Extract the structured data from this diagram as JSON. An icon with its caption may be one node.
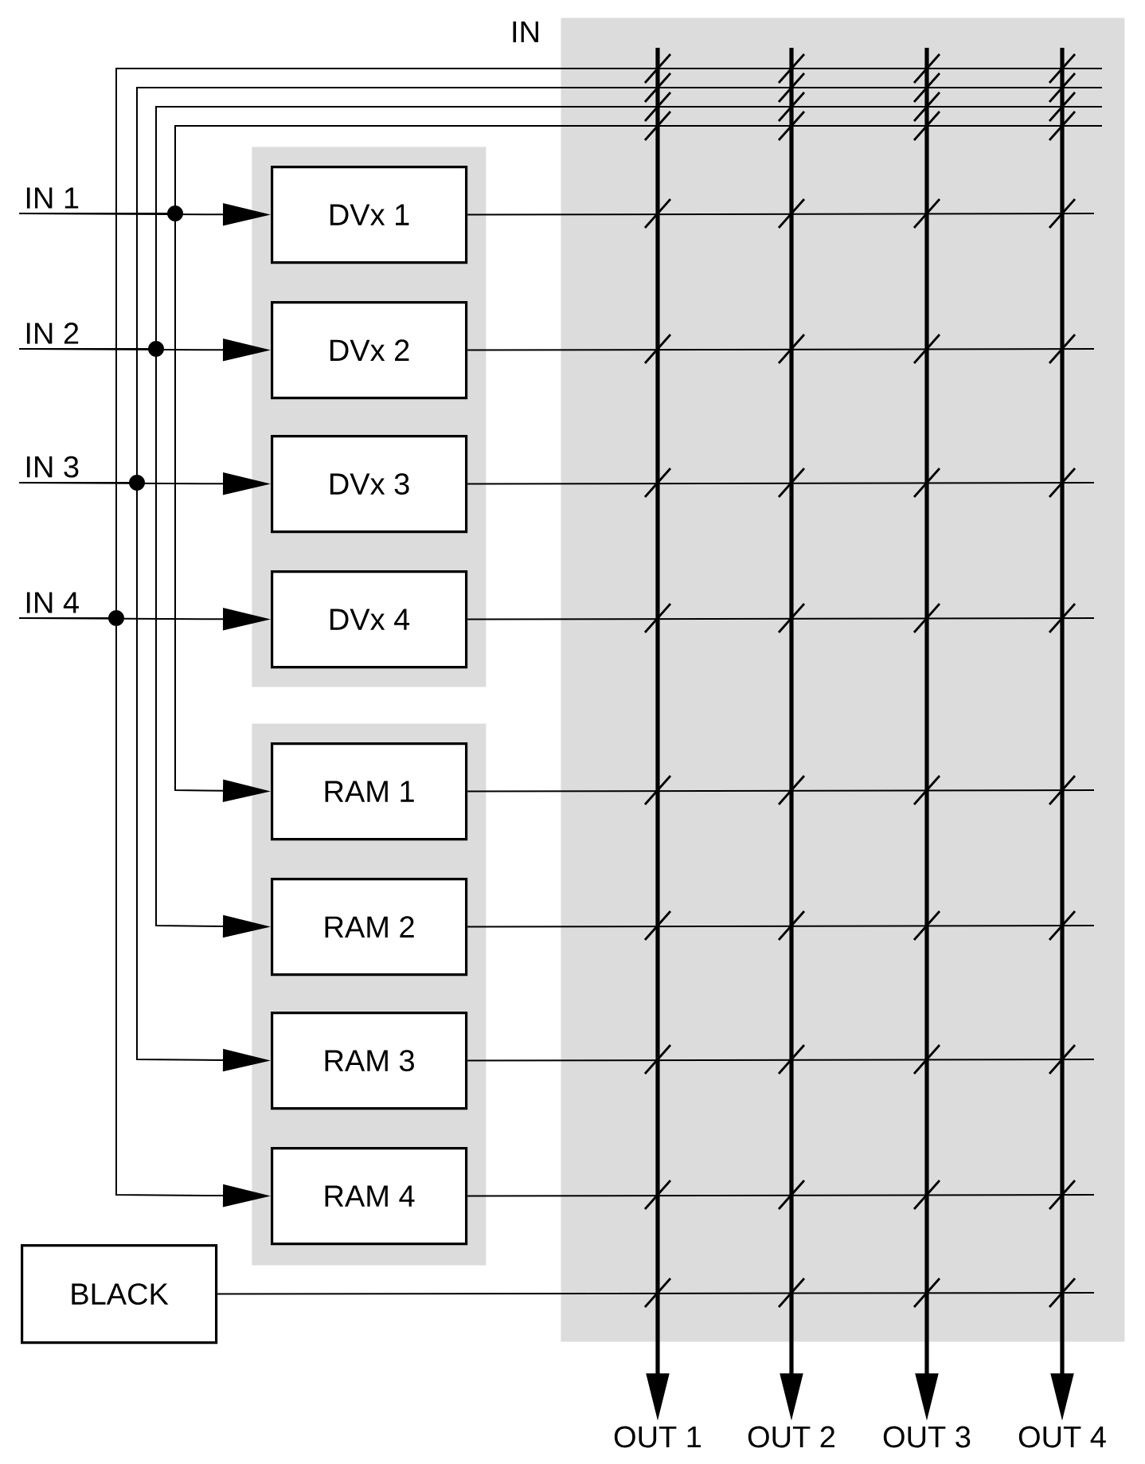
{
  "diagram": {
    "nodes": [
      {
        "text": [
          "IN 1"
        ]
      },
      {
        "text": [
          "IN 2"
        ]
      },
      {
        "text": [
          "IN 3"
        ]
      },
      {
        "text": [
          "IN 4"
        ]
      },
      {
        "text": [],
        "shape": "box"
      },
      {
        "text": [
          "DVx 1"
        ],
        "in": 4
      },
      {
        "text": [
          "DVx 2"
        ],
        "in": 4
      },
      {
        "text": [
          "DVx 3"
        ],
        "in": 4
      },
      {
        "text": [
          "DVx 4"
        ],
        "in": 4
      },
      {
        "text": [],
        "shape": "box"
      },
      {
        "text": [
          "RAM 1"
        ],
        "in": 9
      },
      {
        "text": [
          "RAM 2"
        ],
        "in": 9
      },
      {
        "text": [
          "RAM 3"
        ],
        "in": 9
      },
      {
        "text": [
          "RAM 4"
        ],
        "in": 9
      },
      {
        "text": [
          "BLACK"
        ]
      },
      {
        "text": [],
        "shape": "box"
      },
      {
        "text": [
          "OUT 1"
        ]
      },
      {
        "text": [
          "OUT 2"
        ]
      },
      {
        "text": [
          "OUT 3"
        ]
      },
      {
        "text": [
          "OUT 4"
        ]
      }
    ],
    "edges": [
      {
        "from": 0,
        "to": 5,
        "arrow": "to"
      },
      {
        "from": 0,
        "to": 10,
        "arrow": "to"
      },
      {
        "from": 0,
        "to": 15,
        "arrow": "none"
      },
      {
        "from": 1,
        "to": 6,
        "arrow": "to"
      },
      {
        "from": 1,
        "to": 11,
        "arrow": "to"
      },
      {
        "from": 1,
        "to": 15,
        "arrow": "none"
      },
      {
        "from": 2,
        "to": 7,
        "arrow": "to"
      },
      {
        "from": 2,
        "to": 12,
        "arrow": "to"
      },
      {
        "from": 2,
        "to": 15,
        "arrow": "none"
      },
      {
        "from": 3,
        "to": 8,
        "arrow": "to"
      },
      {
        "from": 3,
        "to": 13,
        "arrow": "to"
      },
      {
        "from": 3,
        "to": 15,
        "arrow": "none"
      },
      {
        "from": 5,
        "to": 15,
        "arrow": "none"
      },
      {
        "from": 6,
        "to": 15,
        "arrow": "none"
      },
      {
        "from": 7,
        "to": 15,
        "arrow": "none"
      },
      {
        "from": 8,
        "to": 15,
        "arrow": "none"
      },
      {
        "from": 10,
        "to": 15,
        "arrow": "none"
      },
      {
        "from": 11,
        "to": 15,
        "arrow": "none"
      },
      {
        "from": 12,
        "to": 15,
        "arrow": "none"
      },
      {
        "from": 13,
        "to": 15,
        "arrow": "none"
      },
      {
        "from": 14,
        "to": 15,
        "arrow": "none"
      },
      {
        "from": 15,
        "to": 16,
        "arrow": "to",
        "style": "thick"
      },
      {
        "from": 15,
        "to": 17,
        "arrow": "to",
        "style": "thick"
      },
      {
        "from": 15,
        "to": 18,
        "arrow": "to",
        "style": "thick"
      },
      {
        "from": 15,
        "to": 19,
        "arrow": "to",
        "style": "thick"
      }
    ],
    "labels": [
      "IN"
    ]
  }
}
